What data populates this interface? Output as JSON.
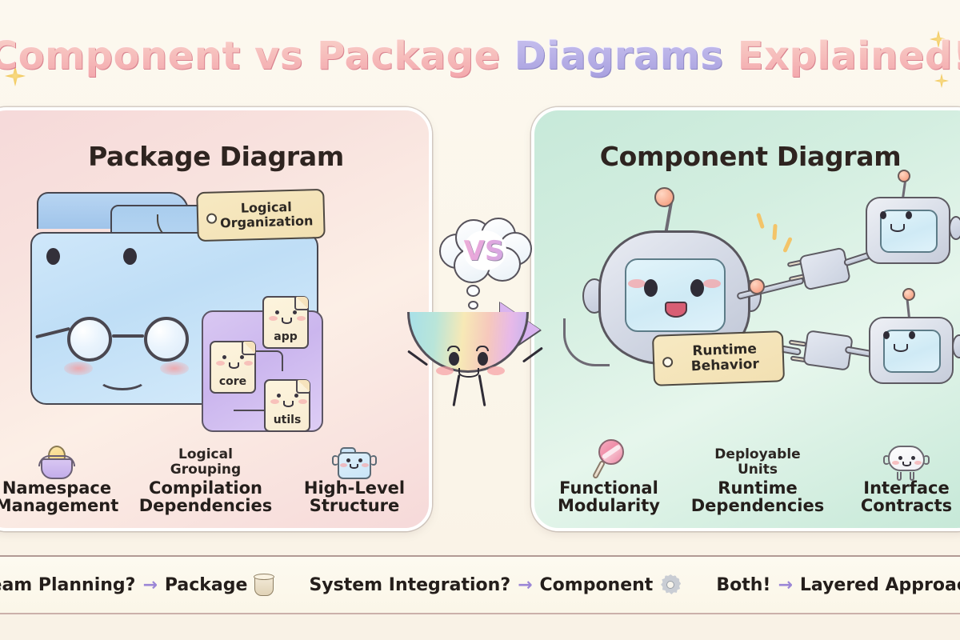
{
  "page": {
    "title": "Component vs Package Diagrams Explained!",
    "title_words": [
      {
        "text": "Component",
        "color_style": "pink"
      },
      {
        "text": "vs",
        "color_style": "pink"
      },
      {
        "text": "Package",
        "color_style": "pink"
      },
      {
        "text": "Diagrams",
        "color_style": "purple"
      },
      {
        "text": "Explained!",
        "color_style": "pink"
      }
    ],
    "background_color": "#fbf6ea",
    "accent_pink": "#f3a7ac",
    "accent_purple": "#a8a0df",
    "sparkle_color": "#f0c44f"
  },
  "left_panel": {
    "title": "Package Diagram",
    "background_color": "#f6d9d9",
    "illustration": {
      "folder_color": "#c6e2f7",
      "inner_package_color": "#cfbaf0",
      "tag_label": "Logical\nOrganization",
      "files": [
        {
          "name": "app"
        },
        {
          "name": "core"
        },
        {
          "name": "utils"
        }
      ]
    },
    "features": [
      {
        "icon": "basket-icon",
        "sub": "",
        "label": "Namespace\nManagement"
      },
      {
        "icon": "",
        "sub": "Logical\nGrouping",
        "label": "Compilation\nDependencies"
      },
      {
        "icon": "folder-face-icon",
        "sub": "",
        "label": "High-Level\nStructure"
      }
    ]
  },
  "right_panel": {
    "title": "Component Diagram",
    "background_color": "#c7e9d9",
    "illustration": {
      "robot_color": "#d5dae6",
      "screen_color": "#d7eef8",
      "tag_label": "Runtime\nBehavior",
      "connected_components": 2
    },
    "features": [
      {
        "icon": "lollipop-icon",
        "sub": "",
        "label": "Functional\nModularity"
      },
      {
        "icon": "",
        "sub": "Deployable\nUnits",
        "label": "Runtime\nDependencies"
      },
      {
        "icon": "cloud-face-icon",
        "sub": "",
        "label": "Interface\nContracts"
      }
    ]
  },
  "center": {
    "vs_label": "VS",
    "character": "rainbow-arrow-mascot"
  },
  "footer": {
    "items": [
      {
        "question": "Team Planning?",
        "arrow": "→",
        "answer": "Package",
        "icon": "cup-icon"
      },
      {
        "question": "System Integration?",
        "arrow": "→",
        "answer": "Component",
        "icon": "gear-icon"
      },
      {
        "question": "Both!",
        "arrow": "→",
        "answer": "Layered Approach",
        "icon": ""
      }
    ]
  }
}
